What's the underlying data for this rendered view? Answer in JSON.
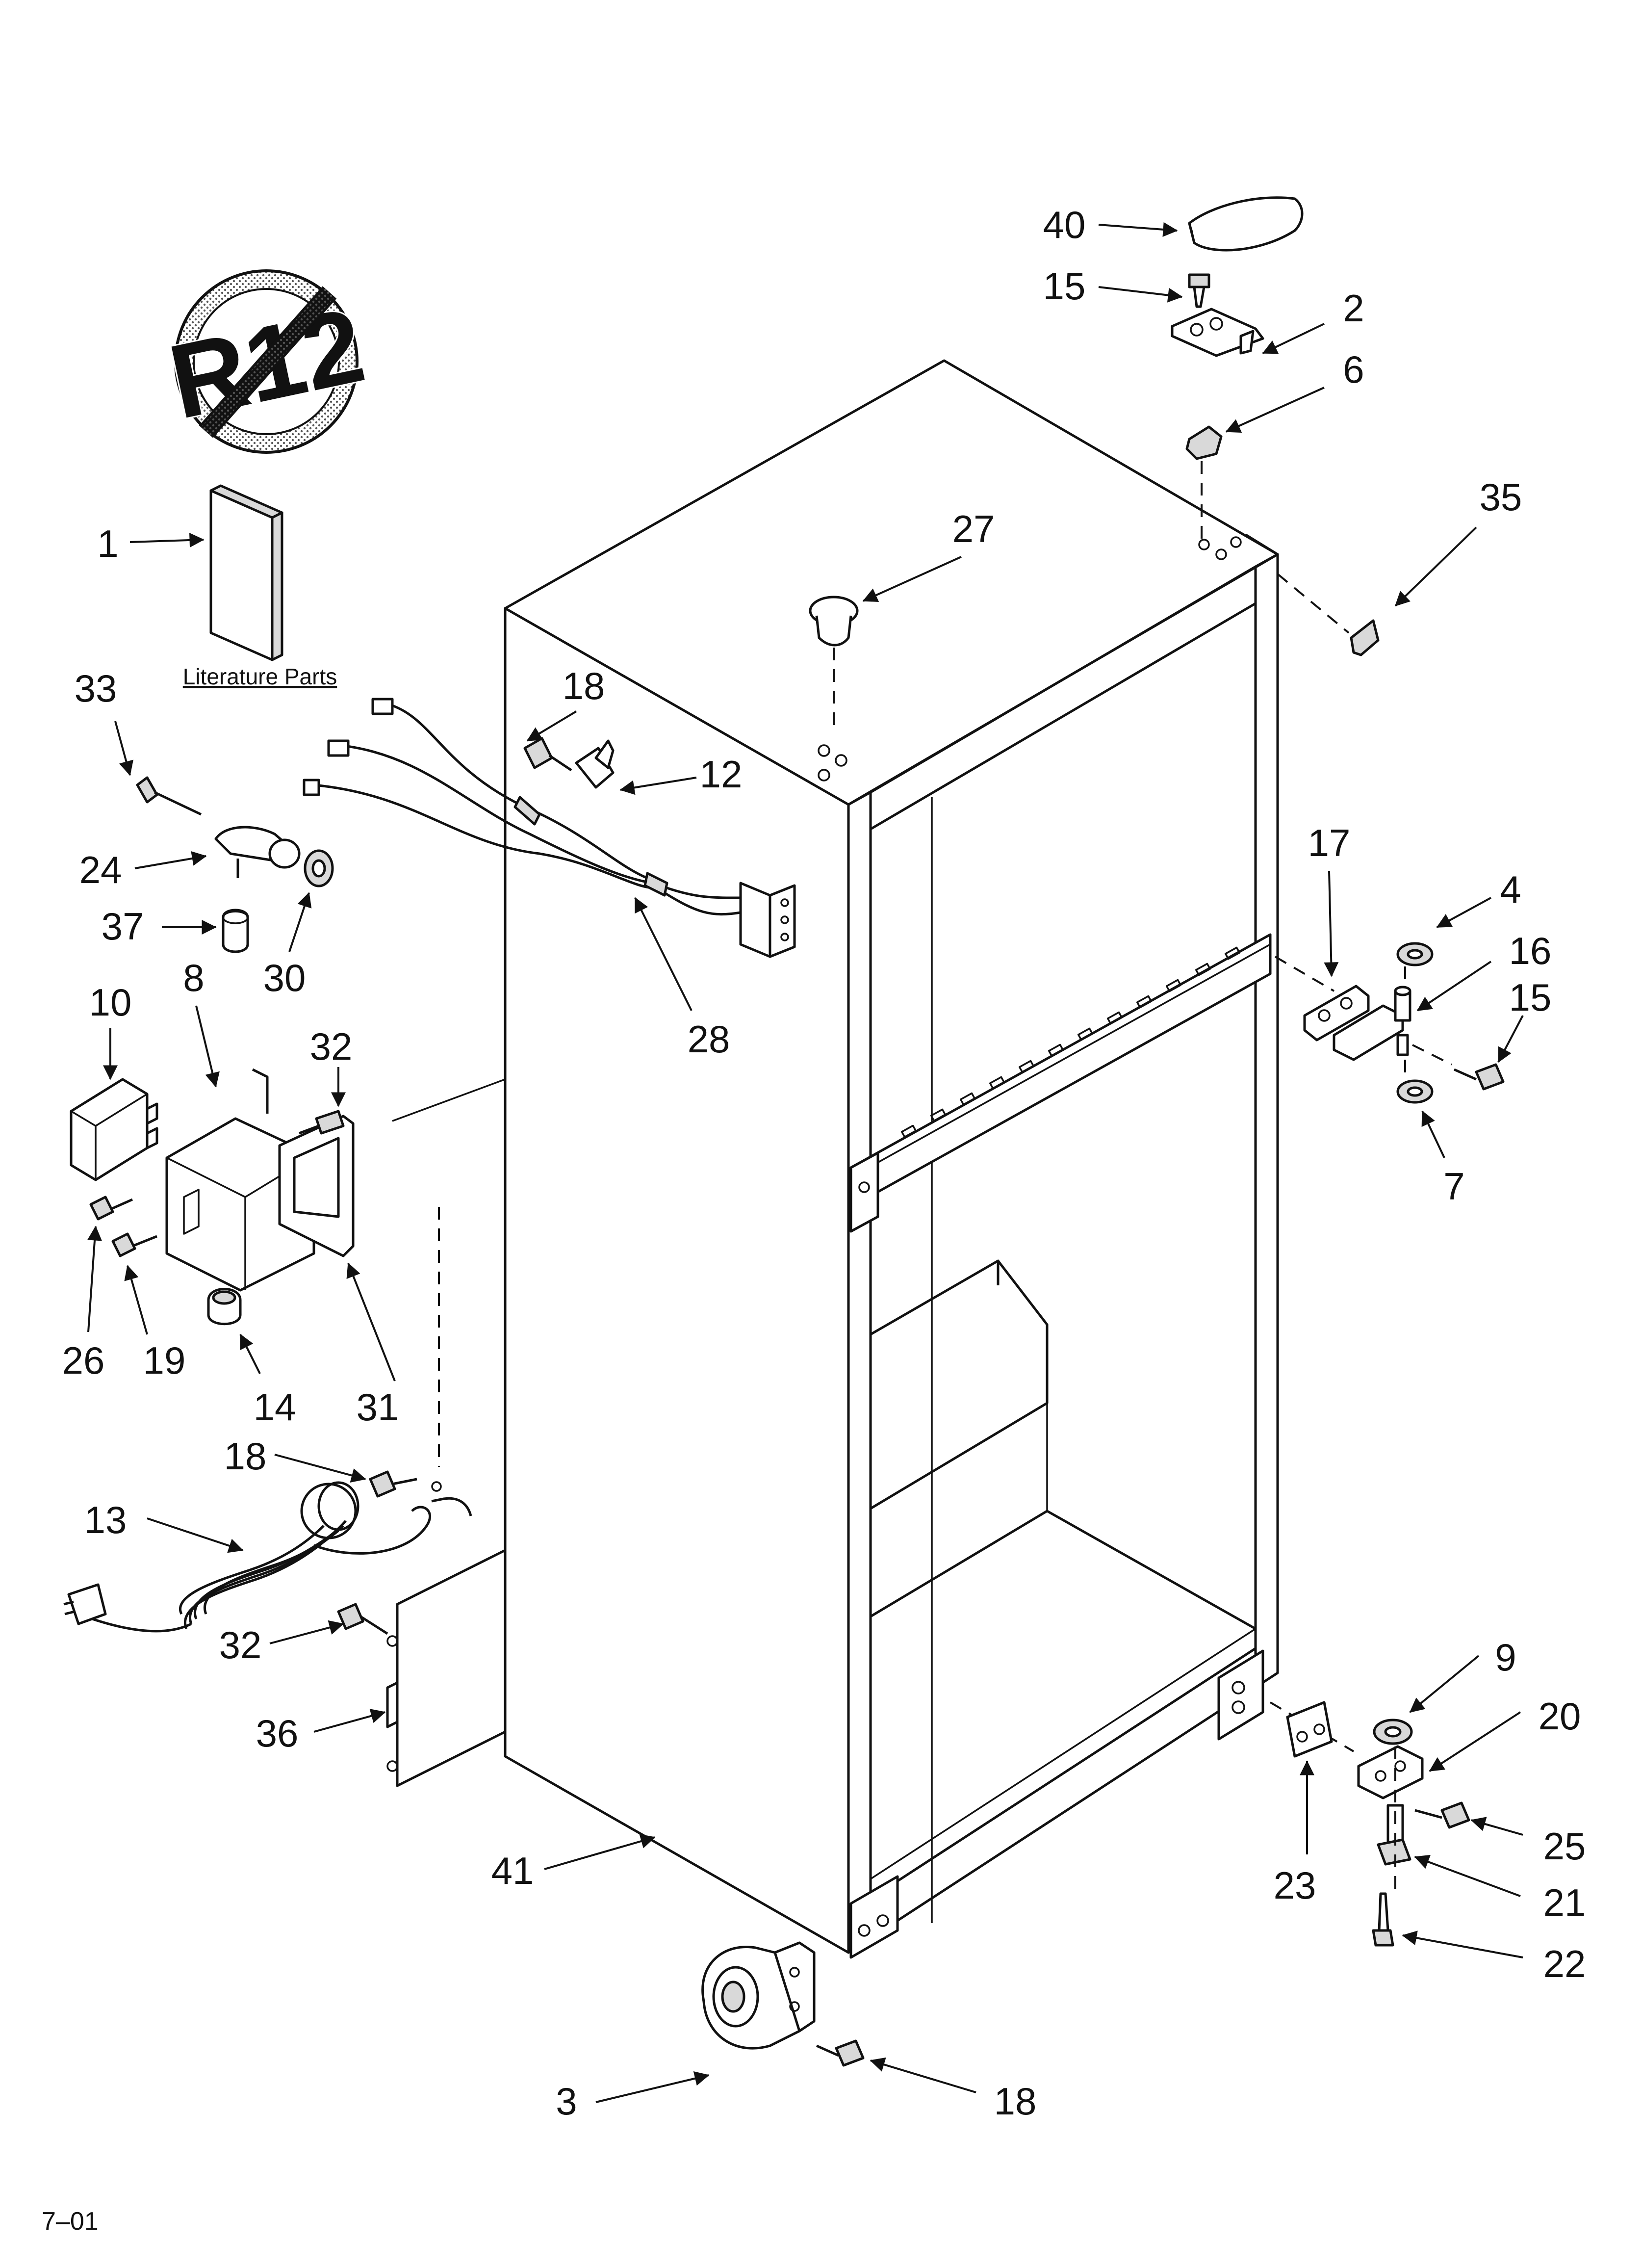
{
  "no_r12_symbol": {
    "text": "R12",
    "meaning": "no-r12-refrigerant-icon"
  },
  "literature_label": "Literature Parts",
  "stamp": "7–01",
  "callouts": [
    {
      "id": "40",
      "text": "40"
    },
    {
      "id": "15-top",
      "text": "15"
    },
    {
      "id": "2",
      "text": "2"
    },
    {
      "id": "6",
      "text": "6"
    },
    {
      "id": "35",
      "text": "35"
    },
    {
      "id": "27",
      "text": "27"
    },
    {
      "id": "1",
      "text": "1"
    },
    {
      "id": "33",
      "text": "33"
    },
    {
      "id": "18-a",
      "text": "18"
    },
    {
      "id": "12",
      "text": "12"
    },
    {
      "id": "24",
      "text": "24"
    },
    {
      "id": "37",
      "text": "37"
    },
    {
      "id": "30",
      "text": "30"
    },
    {
      "id": "28",
      "text": "28"
    },
    {
      "id": "10",
      "text": "10"
    },
    {
      "id": "8",
      "text": "8"
    },
    {
      "id": "32-a",
      "text": "32"
    },
    {
      "id": "17",
      "text": "17"
    },
    {
      "id": "4",
      "text": "4"
    },
    {
      "id": "16",
      "text": "16"
    },
    {
      "id": "15-mid",
      "text": "15"
    },
    {
      "id": "7",
      "text": "7"
    },
    {
      "id": "26",
      "text": "26"
    },
    {
      "id": "19",
      "text": "19"
    },
    {
      "id": "14",
      "text": "14"
    },
    {
      "id": "31",
      "text": "31"
    },
    {
      "id": "18-b",
      "text": "18"
    },
    {
      "id": "13",
      "text": "13"
    },
    {
      "id": "32-b",
      "text": "32"
    },
    {
      "id": "36",
      "text": "36"
    },
    {
      "id": "9",
      "text": "9"
    },
    {
      "id": "20",
      "text": "20"
    },
    {
      "id": "25",
      "text": "25"
    },
    {
      "id": "23",
      "text": "23"
    },
    {
      "id": "21",
      "text": "21"
    },
    {
      "id": "22",
      "text": "22"
    },
    {
      "id": "41",
      "text": "41"
    },
    {
      "id": "3",
      "text": "3"
    },
    {
      "id": "18-c",
      "text": "18"
    }
  ]
}
